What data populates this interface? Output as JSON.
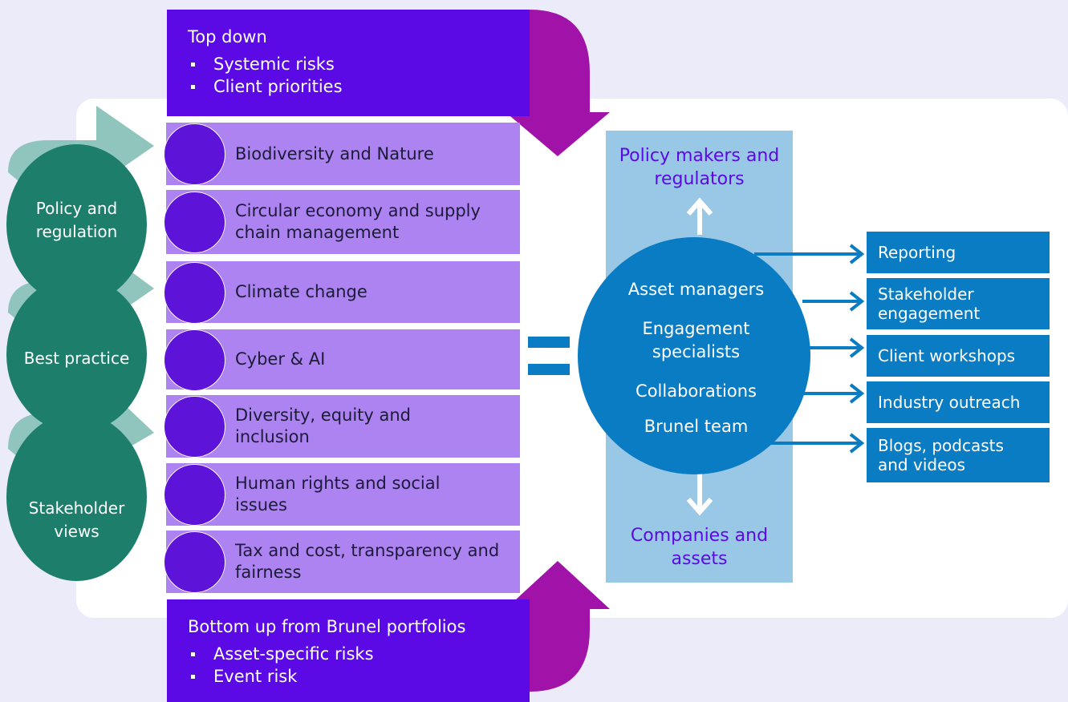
{
  "top_box": {
    "title": "Top down",
    "bullets": [
      "Systemic risks",
      "Client priorities"
    ]
  },
  "bottom_box": {
    "title": "Bottom up from Brunel portfolios",
    "bullets": [
      "Asset-specific risks",
      "Event risk"
    ]
  },
  "themes": [
    {
      "label": "Biodiversity and Nature",
      "icon": "biodiversity-icon"
    },
    {
      "label": "Circular economy and supply chain management",
      "icon": "circular-economy-icon"
    },
    {
      "label": "Climate change",
      "icon": "globe-icon"
    },
    {
      "label": "Cyber & AI",
      "icon": "padlock-icon"
    },
    {
      "label": "Diversity, equity and inclusion",
      "icon": "people-network-icon"
    },
    {
      "label": "Human rights and social issues",
      "icon": "people-group-icon"
    },
    {
      "label": "Tax and cost, transparency and fairness",
      "icon": "currency-icon"
    }
  ],
  "inputs": [
    "Policy and regulation",
    "Best practice",
    "Stakeholder views"
  ],
  "center": {
    "top_label": "Policy makers and regulators",
    "bottom_label": "Companies and assets",
    "items": [
      "Asset managers",
      "Engagement specialists",
      "Collaborations",
      "Brunel team"
    ]
  },
  "outputs": [
    "Reporting",
    "Stakeholder engagement",
    "Client workshops",
    "Industry outreach",
    "Blogs, podcasts and videos"
  ],
  "colors": {
    "background": "#ebebfa",
    "deep_purple": "#5b0ae6",
    "magenta": "#a012a8",
    "lilac": "#ad82f1",
    "teal_dark": "#1d7f6b",
    "teal_light": "#8fc5bc",
    "light_blue": "#99c8e6",
    "blue": "#0a7cc3"
  }
}
